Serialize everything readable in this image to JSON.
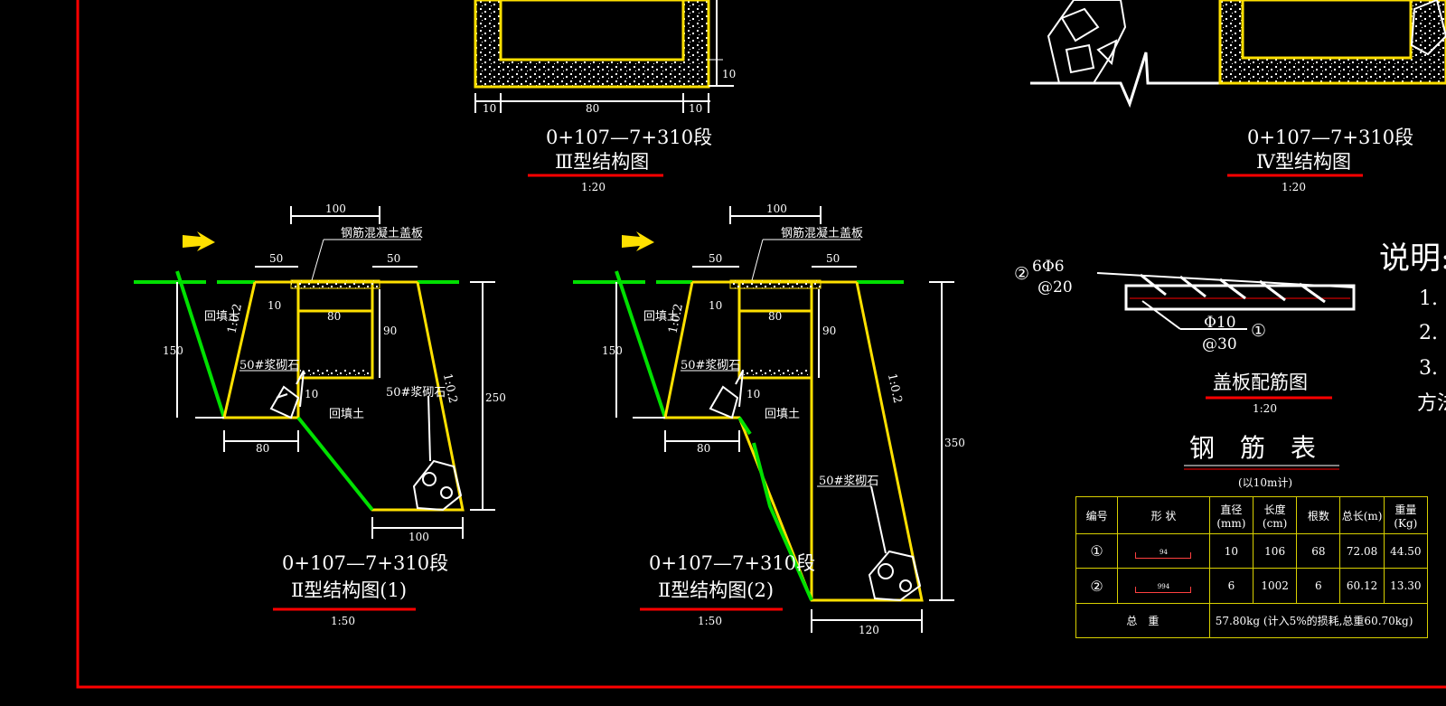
{
  "sections": [
    {
      "id": "type3",
      "chainage": "0+107—7+310段",
      "title": "Ⅲ型结构图",
      "scale": "1:20",
      "dims": [
        "10",
        "80",
        "10",
        "10"
      ]
    },
    {
      "id": "type4",
      "chainage": "0+107—7+310段",
      "title": "Ⅳ型结构图",
      "scale": "1:20"
    },
    {
      "id": "type2a",
      "chainage": "0+107—7+310段",
      "title": "Ⅱ型结构图(1)",
      "scale": "1:50",
      "labels": {
        "cover": "钢筋混凝土盖板",
        "backfill": "回填土",
        "masonry": "50#浆砌石",
        "slope": "1:0.2"
      },
      "dims": {
        "top": "100",
        "left": "50",
        "right": "50",
        "ten": "10",
        "inner_w": "80",
        "inner_h": "90",
        "depth": "150",
        "total": "250",
        "bottom": "80",
        "base": "100"
      }
    },
    {
      "id": "type2b",
      "chainage": "0+107—7+310段",
      "title": "Ⅱ型结构图(2)",
      "scale": "1:50",
      "labels": {
        "cover": "钢筋混凝土盖板",
        "backfill": "回填土",
        "masonry": "50#浆砌石",
        "slope": "1:0.2"
      },
      "dims": {
        "top": "100",
        "left": "50",
        "right": "50",
        "ten": "10",
        "inner_w": "80",
        "inner_h": "90",
        "depth": "150",
        "total": "350",
        "bottom": "80",
        "base": "120"
      }
    }
  ],
  "cover_rebar": {
    "title": "盖板配筋图",
    "scale": "1:20",
    "bar2": {
      "num": "②",
      "spec": "6Φ6",
      "spacing": "@20"
    },
    "bar1": {
      "num": "①",
      "spec": "Φ10",
      "spacing": "@30"
    }
  },
  "notes": {
    "title": "说明:",
    "items": [
      "1.",
      "2.",
      "3.",
      "方法"
    ]
  },
  "rebar_table": {
    "title": "钢　筋　表",
    "subtitle": "(以10m计)",
    "headers": [
      "编号",
      "形 状",
      "直径(mm)",
      "长度(cm)",
      "根数",
      "总长(m)",
      "重量(Kg)"
    ],
    "rows": [
      {
        "no": "①",
        "shape_label": "94",
        "dia": "10",
        "len": "106",
        "count": "68",
        "total": "72.08",
        "weight": "44.50"
      },
      {
        "no": "②",
        "shape_label": "994",
        "dia": "6",
        "len": "1002",
        "count": "6",
        "total": "60.12",
        "weight": "13.30"
      }
    ],
    "total_label": "总　重",
    "total_value": "57.80kg (计入5%的损耗,总重60.70kg)"
  },
  "colors": {
    "frame": "#ff0000",
    "concrete": "#ffe000",
    "ground": "#00e000",
    "line": "#ffffff"
  }
}
